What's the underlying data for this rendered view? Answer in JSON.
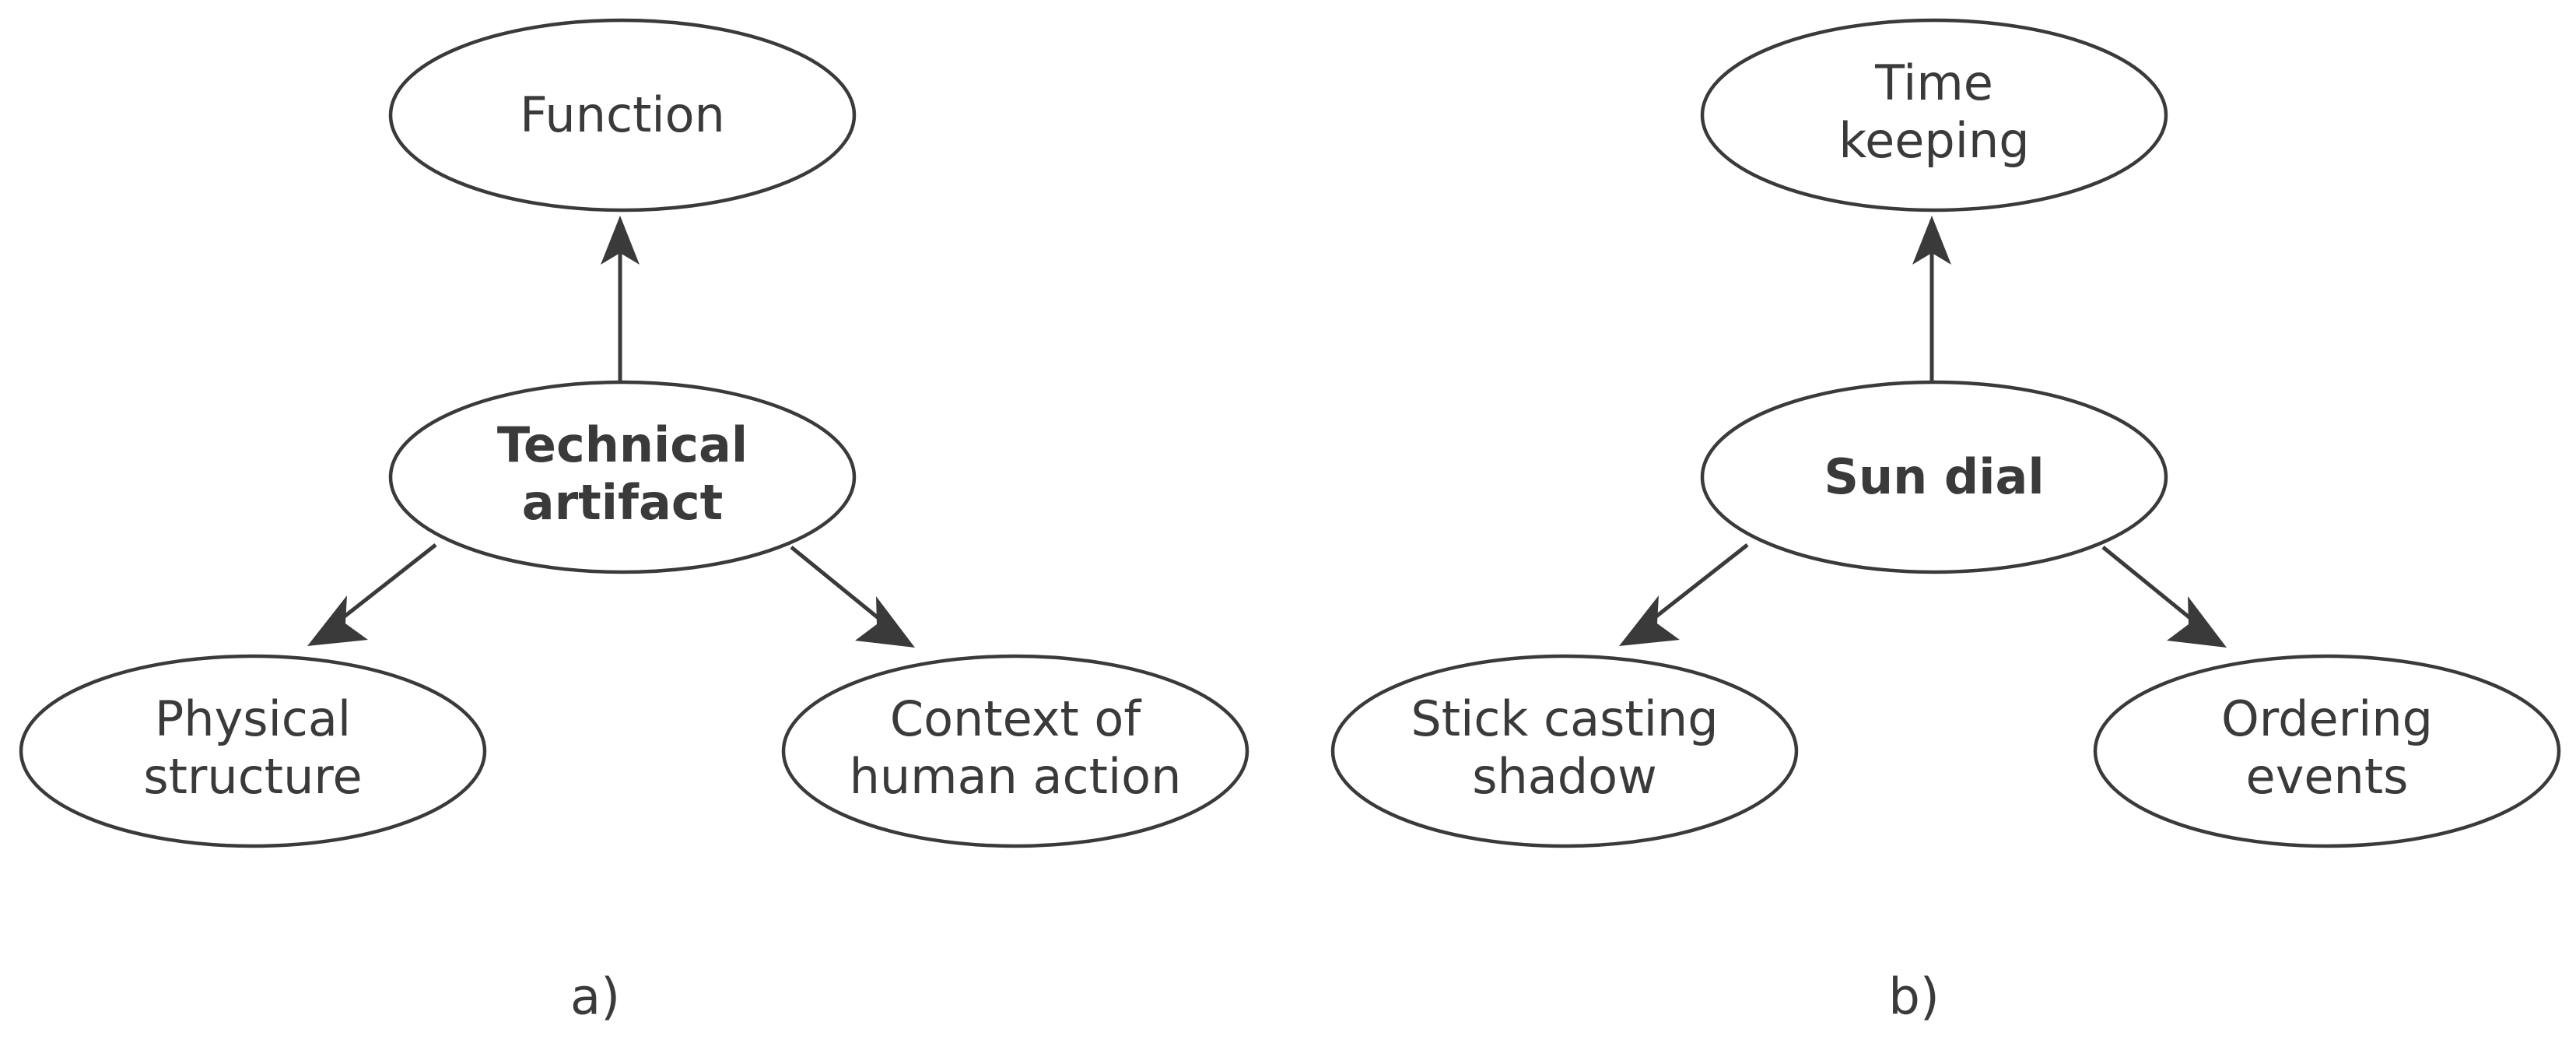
{
  "figure": {
    "background_color": "#ffffff",
    "stroke_color": "#3a3a3a",
    "text_color": "#3a3a3a"
  },
  "panels": [
    {
      "id": "panel-a",
      "caption": "a)",
      "nodes": {
        "top": {
          "line1": "Function",
          "line2": "",
          "bold": false
        },
        "center": {
          "line1": "Technical",
          "line2": "artifact",
          "bold": true
        },
        "bottom_left": {
          "line1": "Physical",
          "line2": "structure",
          "bold": false
        },
        "bottom_right": {
          "line1": "Context of",
          "line2": "human action",
          "bold": false
        }
      },
      "edges": [
        {
          "from": "center",
          "to": "top",
          "direction": "up",
          "arrowhead": true
        },
        {
          "from": "center",
          "to": "bottom_left",
          "direction": "down-left",
          "arrowhead": true
        },
        {
          "from": "center",
          "to": "bottom_right",
          "direction": "down-right",
          "arrowhead": true
        }
      ]
    },
    {
      "id": "panel-b",
      "caption": "b)",
      "nodes": {
        "top": {
          "line1": "Time",
          "line2": "keeping",
          "bold": false
        },
        "center": {
          "line1": "Sun dial",
          "line2": "",
          "bold": true
        },
        "bottom_left": {
          "line1": "Stick casting",
          "line2": "shadow",
          "bold": false
        },
        "bottom_right": {
          "line1": "Ordering",
          "line2": "events",
          "bold": false
        }
      },
      "edges": [
        {
          "from": "center",
          "to": "top",
          "direction": "up",
          "arrowhead": true
        },
        {
          "from": "center",
          "to": "bottom_left",
          "direction": "down-left",
          "arrowhead": true
        },
        {
          "from": "center",
          "to": "bottom_right",
          "direction": "down-right",
          "arrowhead": true
        }
      ]
    }
  ]
}
